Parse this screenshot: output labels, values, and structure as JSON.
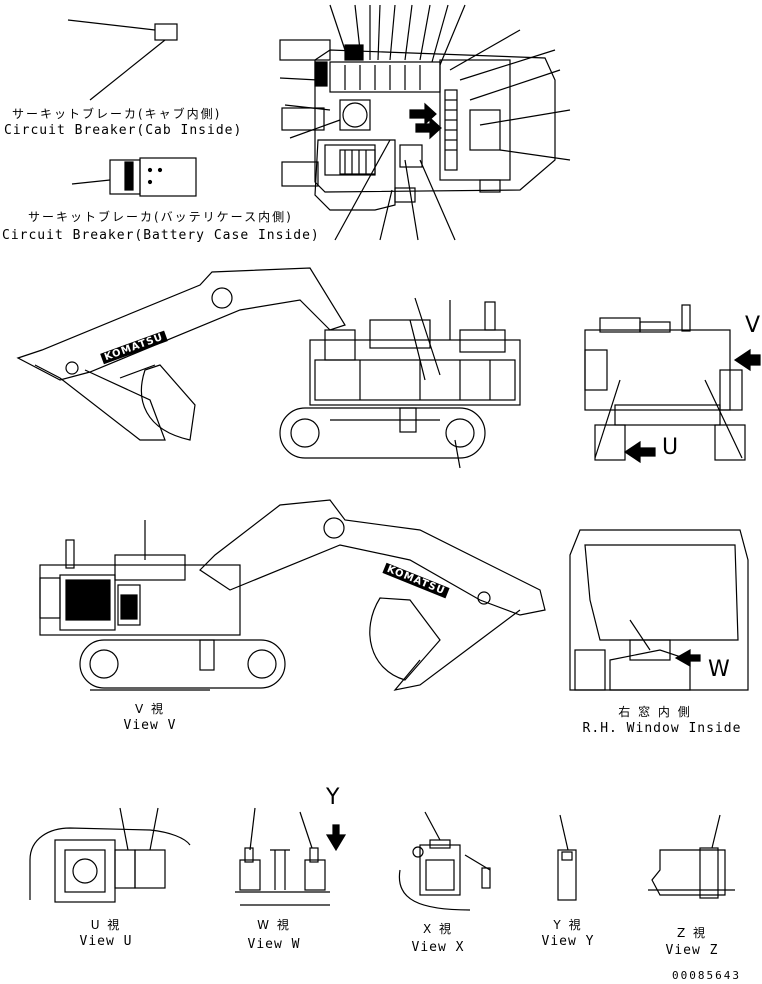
{
  "labels": {
    "cb_cab_jp": "サーキットブレーカ(キャブ内側)",
    "cb_cab_en": "Circuit Breaker(Cab Inside)",
    "cb_batt_jp": "サーキットブレーカ(バッテリケース内側)",
    "cb_batt_en": "Circuit Breaker(Battery Case Inside)",
    "view_v_jp": "V  視",
    "view_v_en": "View V",
    "rh_window_jp": "右 窓 内 側",
    "rh_window_en": "R.H. Window Inside",
    "view_u_jp": "U  視",
    "view_u_en": "View U",
    "view_w_jp": "W  視",
    "view_w_en": "View W",
    "view_x_jp": "X  視",
    "view_x_en": "View X",
    "view_y_jp": "Y  視",
    "view_y_en": "View Y",
    "view_z_jp": "Z  視",
    "view_z_en": "View Z",
    "doc_number": "00085643"
  },
  "view_letters": {
    "v": "V",
    "u": "U",
    "w": "W",
    "y": "Y"
  },
  "brand": "KOMATSU"
}
